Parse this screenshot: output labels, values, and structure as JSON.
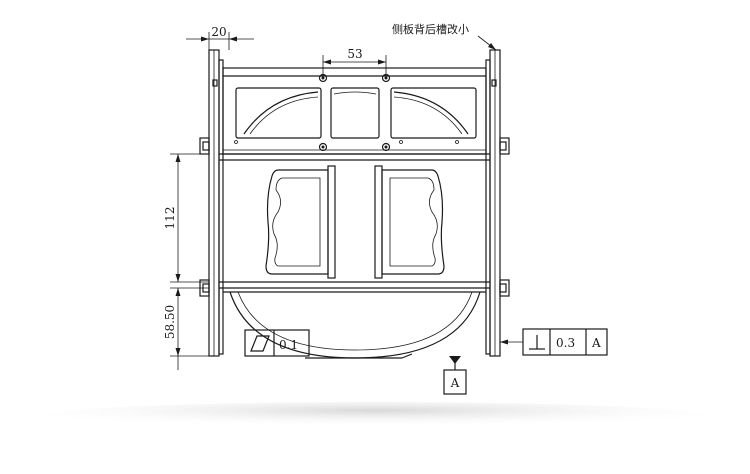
{
  "dimensions": {
    "top_width": "20",
    "slot_spacing": "53",
    "middle_height": "112",
    "bottom_height": "58.50"
  },
  "annotation": {
    "side_note": "侧板背后槽改小"
  },
  "tolerances": {
    "flatness": {
      "symbol": "parallelogram-icon",
      "value": "0.1"
    },
    "perpendicularity": {
      "symbol": "perpendicular-icon",
      "value": "0.3",
      "datum": "A"
    }
  },
  "datum": {
    "label": "A"
  },
  "colors": {
    "line": "#1a1a1a",
    "background": "#ffffff",
    "shadow": "#d9d9d9"
  }
}
